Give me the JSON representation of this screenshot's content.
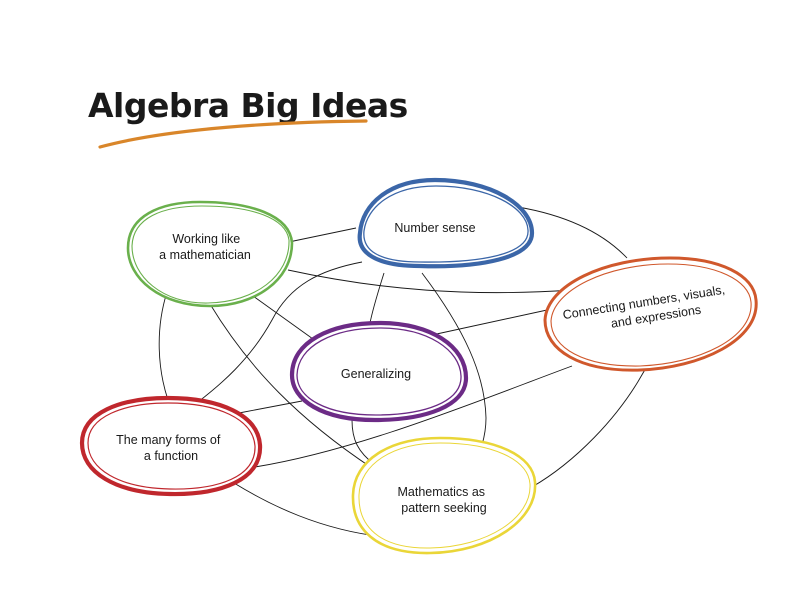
{
  "title": "Algebra Big Ideas",
  "colors": {
    "underline": "#d9862a",
    "green": "#6ab04c",
    "blue": "#3b66a8",
    "orange": "#d0582c",
    "purple": "#6c2b86",
    "red": "#c0272d",
    "yellow": "#ead638"
  },
  "nodes": [
    {
      "id": "working",
      "lines": [
        "Working like",
        "a mathematician"
      ],
      "color": "green"
    },
    {
      "id": "number",
      "lines": [
        "Number sense"
      ],
      "color": "blue"
    },
    {
      "id": "connecting",
      "lines": [
        "Connecting numbers, visuals,",
        "and expressions"
      ],
      "color": "orange"
    },
    {
      "id": "generalizing",
      "lines": [
        "Generalizing"
      ],
      "color": "purple"
    },
    {
      "id": "forms",
      "lines": [
        "The many forms of",
        "a function"
      ],
      "color": "red"
    },
    {
      "id": "patterns",
      "lines": [
        "Mathematics as",
        "pattern seeking"
      ],
      "color": "yellow"
    }
  ]
}
